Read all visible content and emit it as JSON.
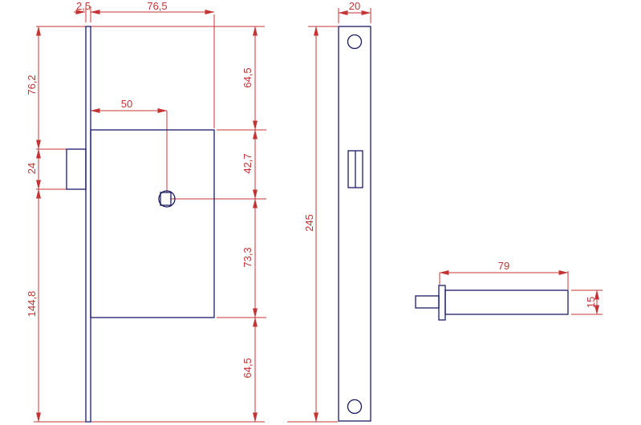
{
  "drawing": {
    "description": "CAD technical drawing of a mortise lock: front view, faceplate view and bolt side view",
    "colors": {
      "geometry_line": "#1b1b66",
      "dimension_line": "#c43434",
      "background": "#ffffff"
    },
    "front_view": {
      "dim_plate_thickness": "2,5",
      "dim_case_width": "76,5",
      "dim_top_to_bolt": "76,2",
      "dim_bolt_height": "24",
      "dim_bolt_to_bottom": "144,8",
      "dim_backset": "50",
      "dim_plate_top_to_case": "64,5",
      "dim_case_top_to_spindle": "42,7",
      "dim_spindle_to_case_bottom": "73,3",
      "dim_case_bottom_to_plate": "64,5"
    },
    "faceplate_view": {
      "dim_width": "20",
      "dim_height": "245"
    },
    "bolt_view": {
      "dim_length": "79",
      "dim_height": "15"
    }
  }
}
